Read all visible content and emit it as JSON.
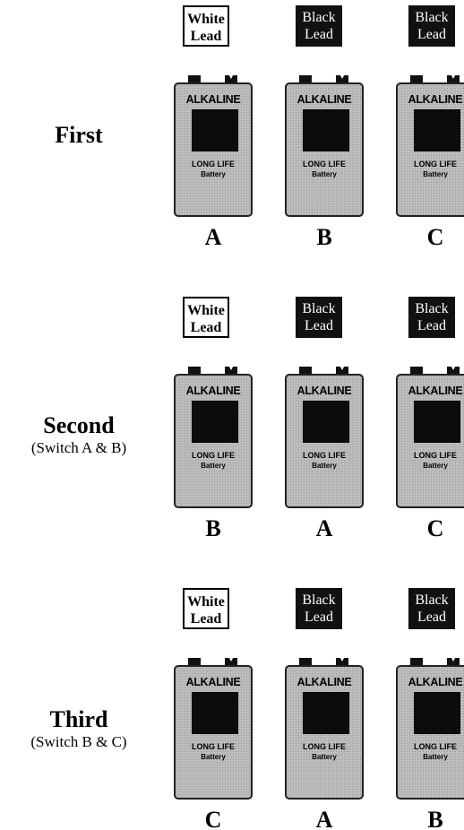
{
  "rows": [
    {
      "title": "First",
      "note": "",
      "batteries": [
        {
          "tag": [
            "White",
            "Lead"
          ],
          "tag_style": "white",
          "brand": "ALKALINE",
          "line1": "LONG LIFE",
          "line2": "Battery",
          "plus": "+",
          "minus": "-",
          "label": "A"
        },
        {
          "tag": [
            "Black",
            "Lead"
          ],
          "tag_style": "black",
          "brand": "ALKALINE",
          "line1": "LONG LIFE",
          "line2": "Battery",
          "plus": "+",
          "minus": "-",
          "label": "B"
        },
        {
          "tag": [
            "Black",
            "Lead"
          ],
          "tag_style": "black",
          "brand": "ALKALINE",
          "line1": "LONG LIFE",
          "line2": "Battery",
          "plus": "+",
          "minus": "-",
          "label": "C"
        }
      ]
    },
    {
      "title": "Second",
      "note": "(Switch A & B)",
      "batteries": [
        {
          "tag": [
            "White",
            "Lead"
          ],
          "tag_style": "white",
          "brand": "ALKALINE",
          "line1": "LONG LIFE",
          "line2": "Battery",
          "plus": "+",
          "minus": "-",
          "label": "B"
        },
        {
          "tag": [
            "Black",
            "Lead"
          ],
          "tag_style": "black",
          "brand": "ALKALINE",
          "line1": "LONG LIFE",
          "line2": "Battery",
          "plus": "+",
          "minus": "-",
          "label": "A"
        },
        {
          "tag": [
            "Black",
            "Lead"
          ],
          "tag_style": "black",
          "brand": "ALKALINE",
          "line1": "LONG LIFE",
          "line2": "Battery",
          "plus": "+",
          "minus": "-",
          "label": "C"
        }
      ]
    },
    {
      "title": "Third",
      "note": "(Switch B & C)",
      "batteries": [
        {
          "tag": [
            "White",
            "Lead"
          ],
          "tag_style": "white",
          "brand": "ALKALINE",
          "line1": "LONG LIFE",
          "line2": "Battery",
          "plus": "+",
          "minus": "-",
          "label": "C"
        },
        {
          "tag": [
            "Black",
            "Lead"
          ],
          "tag_style": "black",
          "brand": "ALKALINE",
          "line1": "LONG LIFE",
          "line2": "Battery",
          "plus": "+",
          "minus": "-",
          "label": "A"
        },
        {
          "tag": [
            "Black",
            "Lead"
          ],
          "tag_style": "black",
          "brand": "ALKALINE",
          "line1": "LONG LIFE",
          "line2": "Battery",
          "plus": "+",
          "minus": "-",
          "label": "B"
        }
      ]
    }
  ]
}
